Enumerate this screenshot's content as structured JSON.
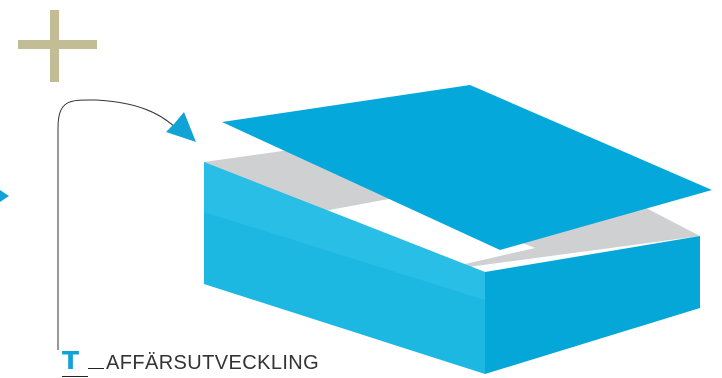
{
  "caption": {
    "letter": "T",
    "label": "AFFÄRSUTVECKLING"
  },
  "colors": {
    "cyan_light": "#31c3ea",
    "cyan_mid": "#1db8e2",
    "cyan_dark": "#05a7d8",
    "lid": "#04a8da",
    "inner_gray": "#cfd0d2",
    "plus": "#c2bd94",
    "arrow": "#12a3d6",
    "connector": "#333333"
  },
  "icons": {
    "plus": "plus-icon",
    "arrow": "curved-arrow-icon",
    "lid": "box-lid",
    "box": "open-box"
  }
}
